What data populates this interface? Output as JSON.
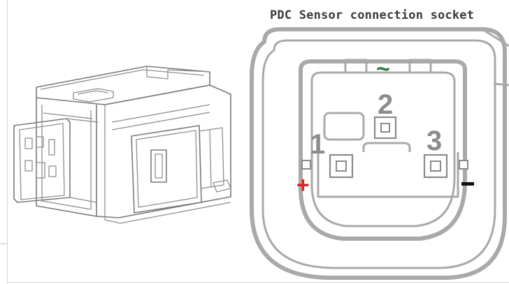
{
  "title": "PDC Sensor connection socket",
  "pins": [
    {
      "number": "1"
    },
    {
      "number": "2"
    },
    {
      "number": "3"
    }
  ],
  "symbols": {
    "plus": "+",
    "minus": "-",
    "signal": "~"
  },
  "colors": {
    "plus": "#e2231a",
    "minus": "#111111",
    "signal": "#2f7a3e",
    "line": "#8e8e8e"
  }
}
